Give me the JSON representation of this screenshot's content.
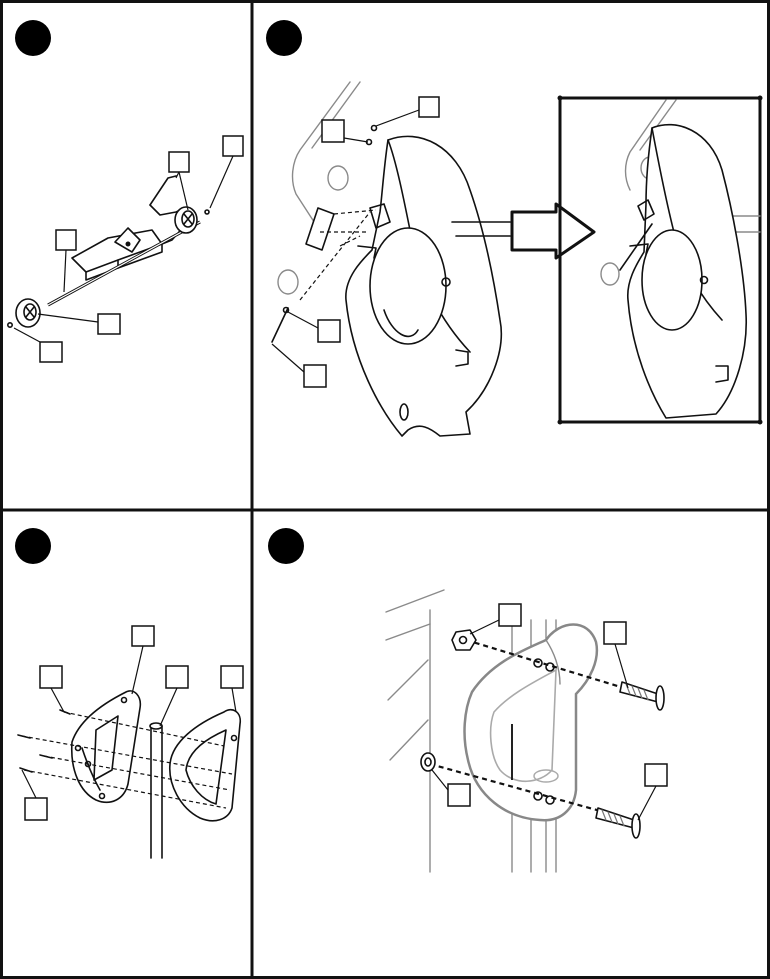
{
  "panels": [
    {
      "id": "panel-1",
      "callouts": 5
    },
    {
      "id": "panel-2",
      "callouts": 4
    },
    {
      "id": "panel-3",
      "callouts": 5
    },
    {
      "id": "panel-4",
      "callouts": 4
    }
  ],
  "colors": {
    "ink": "#111111",
    "hint": "#888888",
    "paper": "#ffffff"
  },
  "icons": [
    "step-marker-icon",
    "arrow-right-icon"
  ]
}
